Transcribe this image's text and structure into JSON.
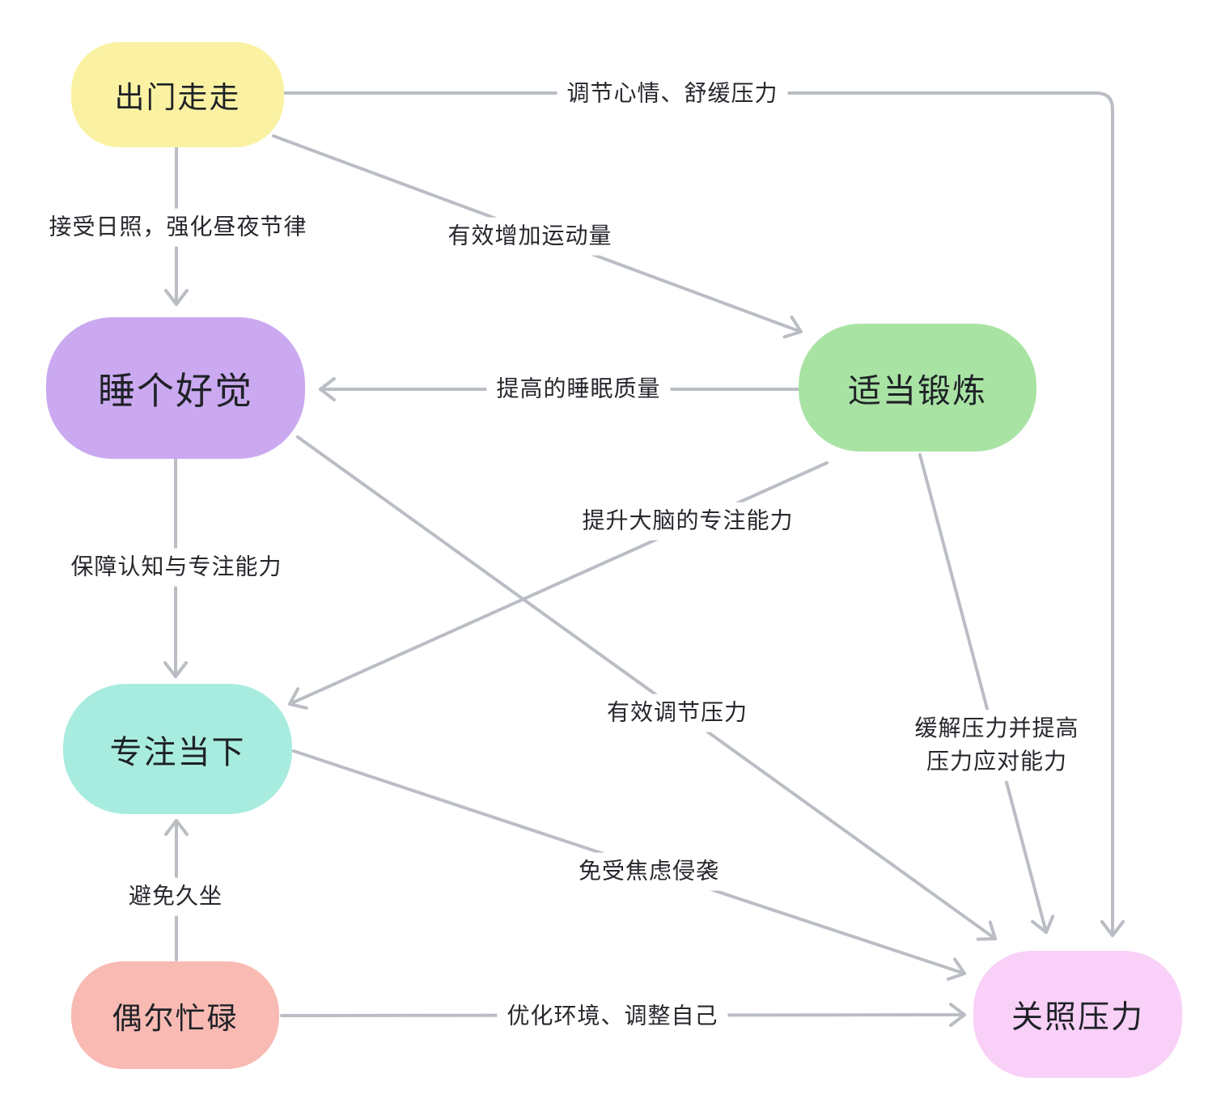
{
  "diagram": {
    "background_color": "#ffffff",
    "edge_color": "#babec4",
    "label_text_color": "#26282d",
    "node_text_color": "#1f2227",
    "nodes": [
      {
        "id": "go-for-a-walk",
        "label": "出门走走",
        "color": "#faf2a2"
      },
      {
        "id": "sleep-well",
        "label": "睡个好觉",
        "color": "#cba9f1"
      },
      {
        "id": "moderate-exercise",
        "label": "适当锻炼",
        "color": "#a9e3a4"
      },
      {
        "id": "focus-on-present",
        "label": "专注当下",
        "color": "#a8ecdf"
      },
      {
        "id": "occasionally-busy",
        "label": "偶尔忙碌",
        "color": "#f8bab3"
      },
      {
        "id": "manage-stress",
        "label": "关照压力",
        "color": "#f9d0f7"
      }
    ],
    "edges": [
      {
        "from": "出门走走",
        "to": "关照压力",
        "label": "调节心情、舒缓压力"
      },
      {
        "from": "出门走走",
        "to": "睡个好觉",
        "label": "接受日照，强化昼夜节律"
      },
      {
        "from": "出门走走",
        "to": "适当锻炼",
        "label": "有效增加运动量"
      },
      {
        "from": "适当锻炼",
        "to": "睡个好觉",
        "label": "提高的睡眠质量"
      },
      {
        "from": "睡个好觉",
        "to": "专注当下",
        "label": "保障认知与专注能力"
      },
      {
        "from": "适当锻炼",
        "to": "专注当下",
        "label": "提升大脑的专注能力"
      },
      {
        "from": "偶尔忙碌",
        "to": "专注当下",
        "label": "避免久坐"
      },
      {
        "from": "睡个好觉",
        "to": "关照压力",
        "label": "有效调节压力"
      },
      {
        "from": "专注当下",
        "to": "关照压力",
        "label": "免受焦虑侵袭"
      },
      {
        "from": "适当锻炼",
        "to": "关照压力",
        "label_lines": [
          "缓解压力并提高",
          "压力应对能力"
        ]
      },
      {
        "from": "偶尔忙碌",
        "to": "关照压力",
        "label": "优化环境、调整自己"
      }
    ]
  }
}
